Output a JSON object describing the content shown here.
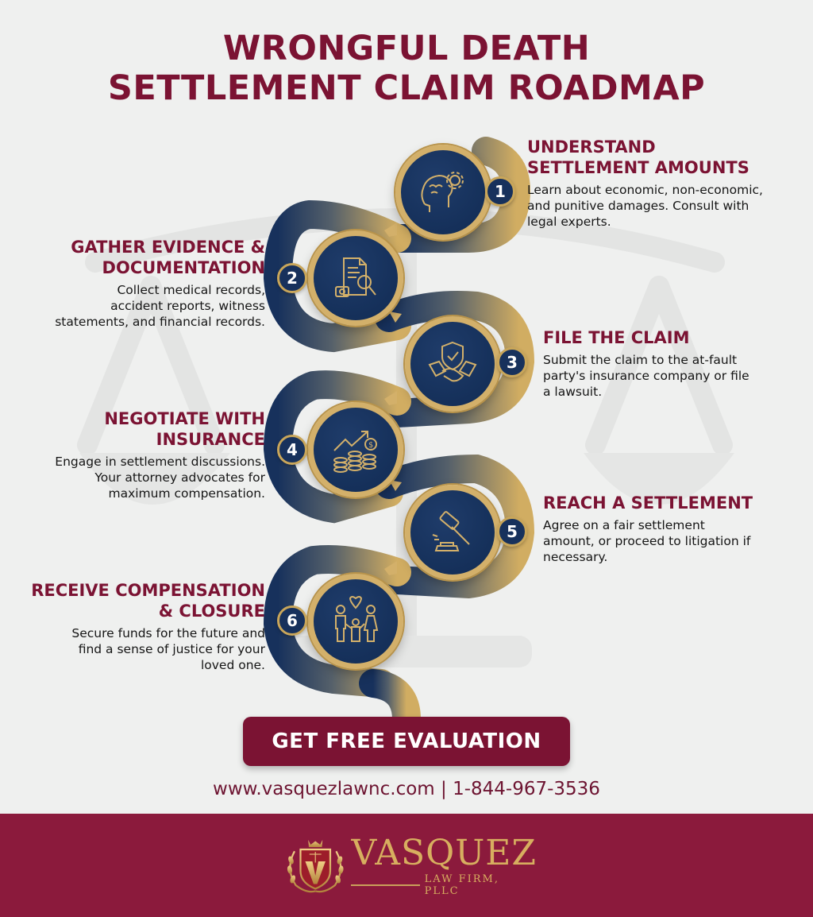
{
  "title": {
    "line1": "WRONGFUL DEATH",
    "line2": "SETTLEMENT CLAIM ROADMAP"
  },
  "colors": {
    "brand_maroon": "#7b1333",
    "footer_maroon": "#8b1a3c",
    "navy": "#17315c",
    "gold": "#d3b06a",
    "background": "#eff0ef"
  },
  "steps": [
    {
      "number": "1",
      "heading_line1": "UNDERSTAND",
      "heading_line2": "SETTLEMENT AMOUNTS",
      "desc_line1": "Learn about economic, non-economic,",
      "desc_line2": "and punitive damages. Consult with",
      "desc_line3": "legal experts.",
      "icon": "brain-gear-icon"
    },
    {
      "number": "2",
      "heading_line1": "GATHER EVIDENCE &",
      "heading_line2": "DOCUMENTATION",
      "desc_line1": "Collect medical records,",
      "desc_line2": "accident reports, witness",
      "desc_line3": "statements, and financial records.",
      "icon": "document-search-camera-icon"
    },
    {
      "number": "3",
      "heading_line1": "FILE THE CLAIM",
      "heading_line2": "",
      "desc_line1": "Submit the claim to the at-fault",
      "desc_line2": "party's insurance company or file",
      "desc_line3": "a lawsuit.",
      "icon": "shield-handshake-icon"
    },
    {
      "number": "4",
      "heading_line1": "NEGOTIATE WITH",
      "heading_line2": "INSURANCE",
      "desc_line1": "Engage in settlement discussions.",
      "desc_line2": "Your attorney advocates for",
      "desc_line3": "maximum compensation.",
      "icon": "growth-coins-icon"
    },
    {
      "number": "5",
      "heading_line1": "REACH A SETTLEMENT",
      "heading_line2": "",
      "desc_line1": "Agree on a fair settlement",
      "desc_line2": "amount, or proceed to litigation if",
      "desc_line3": "necessary.",
      "icon": "gavel-icon"
    },
    {
      "number": "6",
      "heading_line1": "RECEIVE COMPENSATION",
      "heading_line2": "& CLOSURE",
      "desc_line1": "Secure funds for the future and",
      "desc_line2": "find a sense of justice for your",
      "desc_line3": "loved one.",
      "icon": "family-heart-icon"
    }
  ],
  "cta": {
    "label": "GET FREE EVALUATION"
  },
  "contact": {
    "text": "www.vasquezlawnc.com | 1-844-967-3536"
  },
  "footer": {
    "logo_name": "VASQUEZ",
    "logo_sub": "LAW FIRM, PLLC"
  }
}
